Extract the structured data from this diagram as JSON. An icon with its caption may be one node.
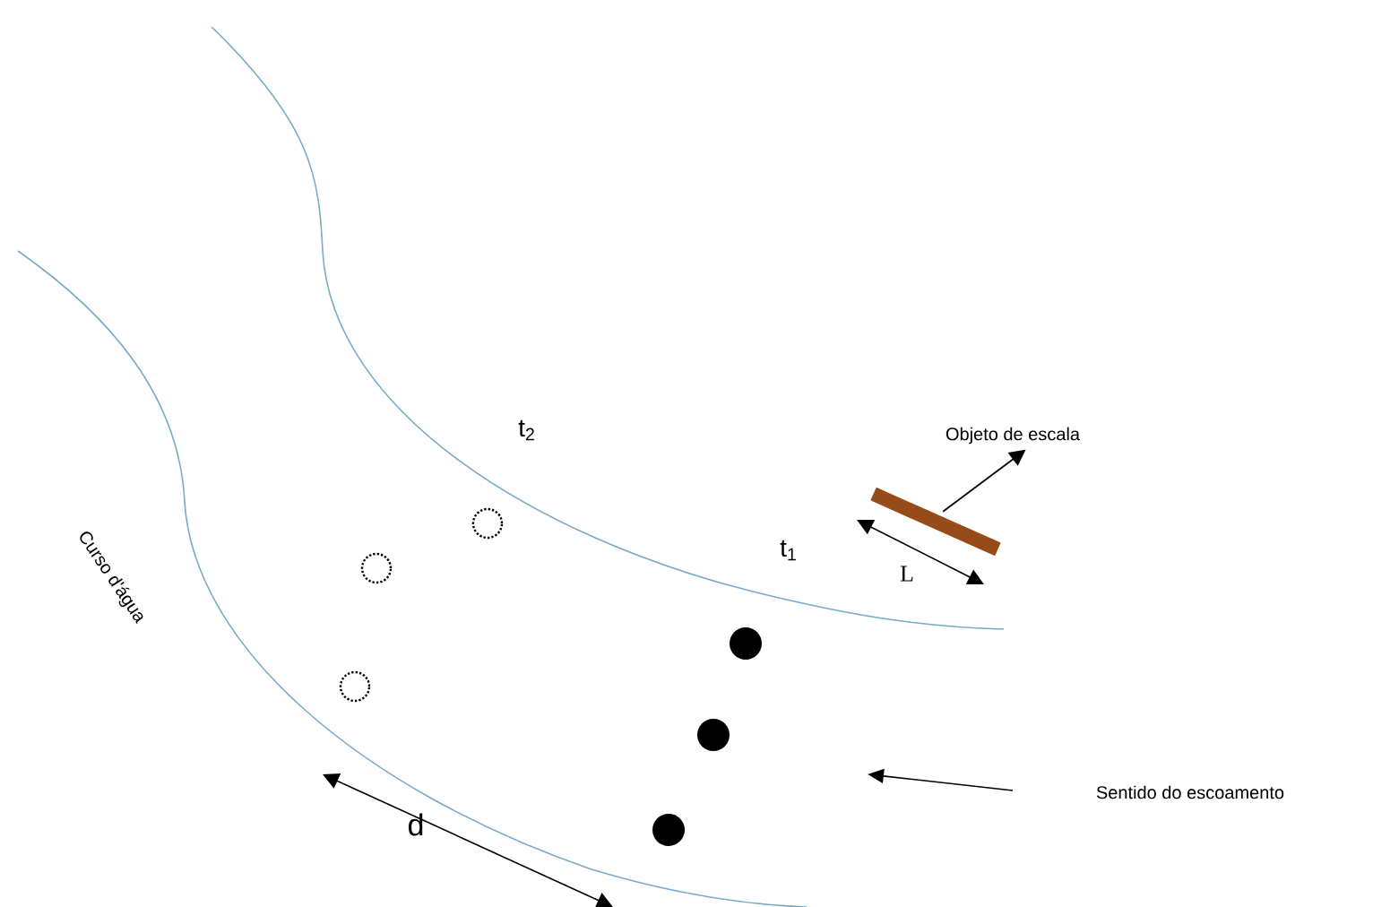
{
  "diagram": {
    "nodes": [
      {
        "text": [
          "Objeto de escala"
        ]
      },
      {
        "text": [],
        "shape": "bar"
      }
    ],
    "edges": [
      {
        "from": 1,
        "to": 0,
        "arrow": "to"
      }
    ],
    "labels": [
      "t$_{2}$",
      "t$_{1}$",
      "Curso d'água",
      "L",
      "Sentido do escoamento",
      "d"
    ]
  }
}
